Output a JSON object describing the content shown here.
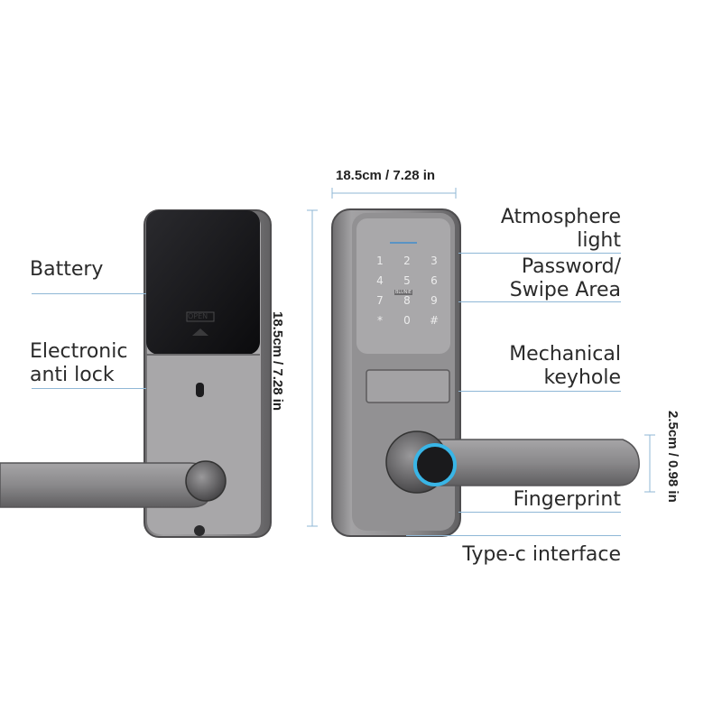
{
  "dimensions": {
    "width": "18.5cm / 7.28 in",
    "height": "18.5cm / 7.28 in",
    "depth": "2.5cm / 0.98 in"
  },
  "labels": {
    "battery": "Battery",
    "electronic_anti_lock": [
      "Electronic",
      "anti lock"
    ],
    "atmosphere_light": [
      "Atmosphere",
      "light"
    ],
    "password_swipe": [
      "Password/",
      "Swipe Area"
    ],
    "mechanical_keyhole": [
      "Mechanical",
      "keyhole"
    ],
    "fingerprint": "Fingerprint",
    "type_c": "Type-c interface"
  },
  "keypad": {
    "keys": [
      "1",
      "2",
      "3",
      "4",
      "5",
      "6",
      "7",
      "8",
      "9",
      "*",
      "0",
      "#"
    ],
    "brand": "BLUNIE"
  },
  "battery_cover_text": "OPEN",
  "colors": {
    "body": "#8c8b8d",
    "panel_dark": "#141416",
    "leader": "#8fb7d6",
    "fingerprint_ring": "#39b5e6"
  }
}
